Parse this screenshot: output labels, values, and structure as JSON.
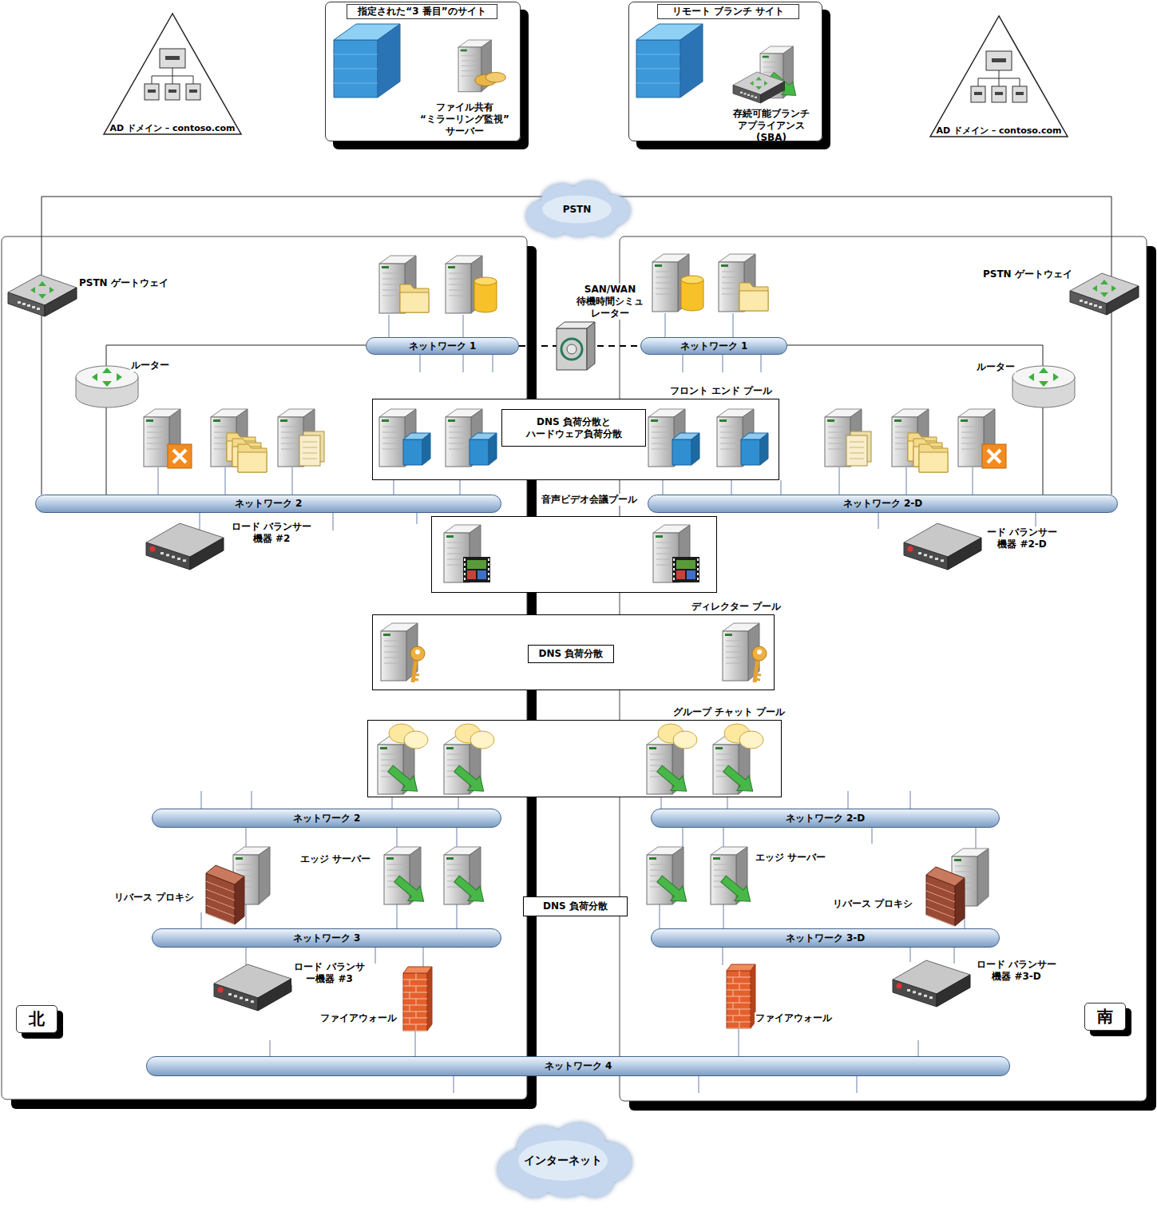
{
  "diagram": {
    "nodes": [
      {
        "text": [
          "AD ドメイン – contoso.com"
        ]
      },
      {
        "text": [
          "指定された“3 番目”のサイト",
          "ファイル共有 “ミラーリング監視” サーバー"
        ]
      },
      {
        "text": [
          "リモート ブランチ サイト",
          "存続可能ブランチ アプライアンス (SBA)"
        ]
      },
      {
        "text": [
          "AD ドメイン – contoso.com"
        ]
      },
      {
        "text": [
          "PSTN"
        ]
      },
      {
        "text": [
          "北"
        ]
      },
      {
        "text": [
          "南"
        ]
      },
      {
        "text": [
          "ネットワーク 1"
        ],
        "in": 5
      },
      {
        "text": [
          "ネットワーク 1"
        ],
        "in": 6
      },
      {
        "text": [
          "フロント エンド プール",
          "DNS 負荷分散と ハードウェア負荷分散"
        ]
      },
      {
        "text": [
          "ネットワーク 2"
        ],
        "in": 5
      },
      {
        "text": [
          "ネットワーク 2-D"
        ],
        "in": 6
      },
      {
        "text": [
          "音声ビデオ会議プール"
        ]
      },
      {
        "text": [
          "ディレクター プール",
          "DNS 負荷分散"
        ]
      },
      {
        "text": [
          "グループ チャット プール"
        ]
      },
      {
        "text": [
          "ネットワーク 2"
        ],
        "in": 5
      },
      {
        "text": [
          "ネットワーク 2-D"
        ],
        "in": 6
      },
      {
        "text": [
          "DNS 負荷分散"
        ]
      },
      {
        "text": [
          "ネットワーク 3"
        ],
        "in": 5
      },
      {
        "text": [
          "ネットワーク 3-D"
        ],
        "in": 6
      },
      {
        "text": [
          "ネットワーク 4"
        ]
      },
      {
        "text": [
          "インターネット"
        ]
      }
    ],
    "edges": [
      {
        "from": 7,
        "to": 8,
        "arrow": "none"
      }
    ],
    "labels": [
      "SAN/WAN 待機時間シミュレーター",
      "PSTN ゲートウェイ",
      "PSTN ゲートウェイ",
      "ルーター",
      "ルーター",
      "ロード バランサー 機器 #2",
      "ード バランサー 機器 #2-D",
      "エッジ サーバー",
      "エッジ サーバー",
      "リバース プロキシ",
      "リバース プロキシ",
      "ロード バランサ ー機器 #3",
      "ロード バランサー 機器 #3-D",
      "ファイアウォール",
      "ファイアウォール"
    ]
  }
}
